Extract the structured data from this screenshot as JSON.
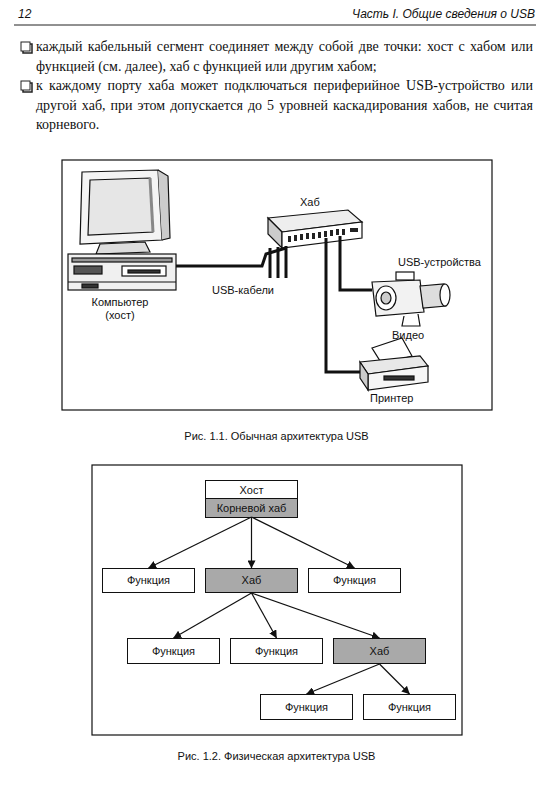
{
  "diagram": {
    "caption": "Рис. 1.2. Физическая архитектура USB",
    "nodes": [
      {
        "text": [
          "Хост"
        ]
      },
      {
        "text": [
          "Корневой хаб"
        ],
        "in": 0
      },
      {
        "text": [
          "Функция"
        ]
      },
      {
        "text": [
          "Хаб"
        ]
      },
      {
        "text": [
          "Функция"
        ]
      },
      {
        "text": [
          "Функция"
        ]
      },
      {
        "text": [
          "Функция"
        ]
      },
      {
        "text": [
          "Хаб"
        ]
      },
      {
        "text": [
          "Функция"
        ]
      },
      {
        "text": [
          "Функция"
        ]
      }
    ],
    "edges": [
      {
        "from": 1,
        "to": 2,
        "arrow": "to"
      },
      {
        "from": 1,
        "to": 3,
        "arrow": "to"
      },
      {
        "from": 1,
        "to": 4,
        "arrow": "to"
      },
      {
        "from": 3,
        "to": 5,
        "arrow": "to"
      },
      {
        "from": 3,
        "to": 6,
        "arrow": "to"
      },
      {
        "from": 3,
        "to": 7,
        "arrow": "to"
      },
      {
        "from": 7,
        "to": 8,
        "arrow": "to"
      },
      {
        "from": 7,
        "to": 9,
        "arrow": "to"
      }
    ],
    "labels": [
      "12",
      "Часть I. Общие сведения о USB",
      "каждый кабельный сегмент соединяет между собой две точки: хост с хабом или функцией (см. далее), хаб с функцией или другим хабом;",
      "к каждому порту хаба может подключаться периферийное USB-устройство или другой хаб, при этом допускается до 5 уровней каскадирования хабов, не считая корневого.",
      "Хаб",
      "USB-устройства",
      "Компьютер (хост)",
      "USB-кабели",
      "Видео",
      "Принтер",
      "Рис. 1.1. Обычная архитектура USB"
    ]
  }
}
